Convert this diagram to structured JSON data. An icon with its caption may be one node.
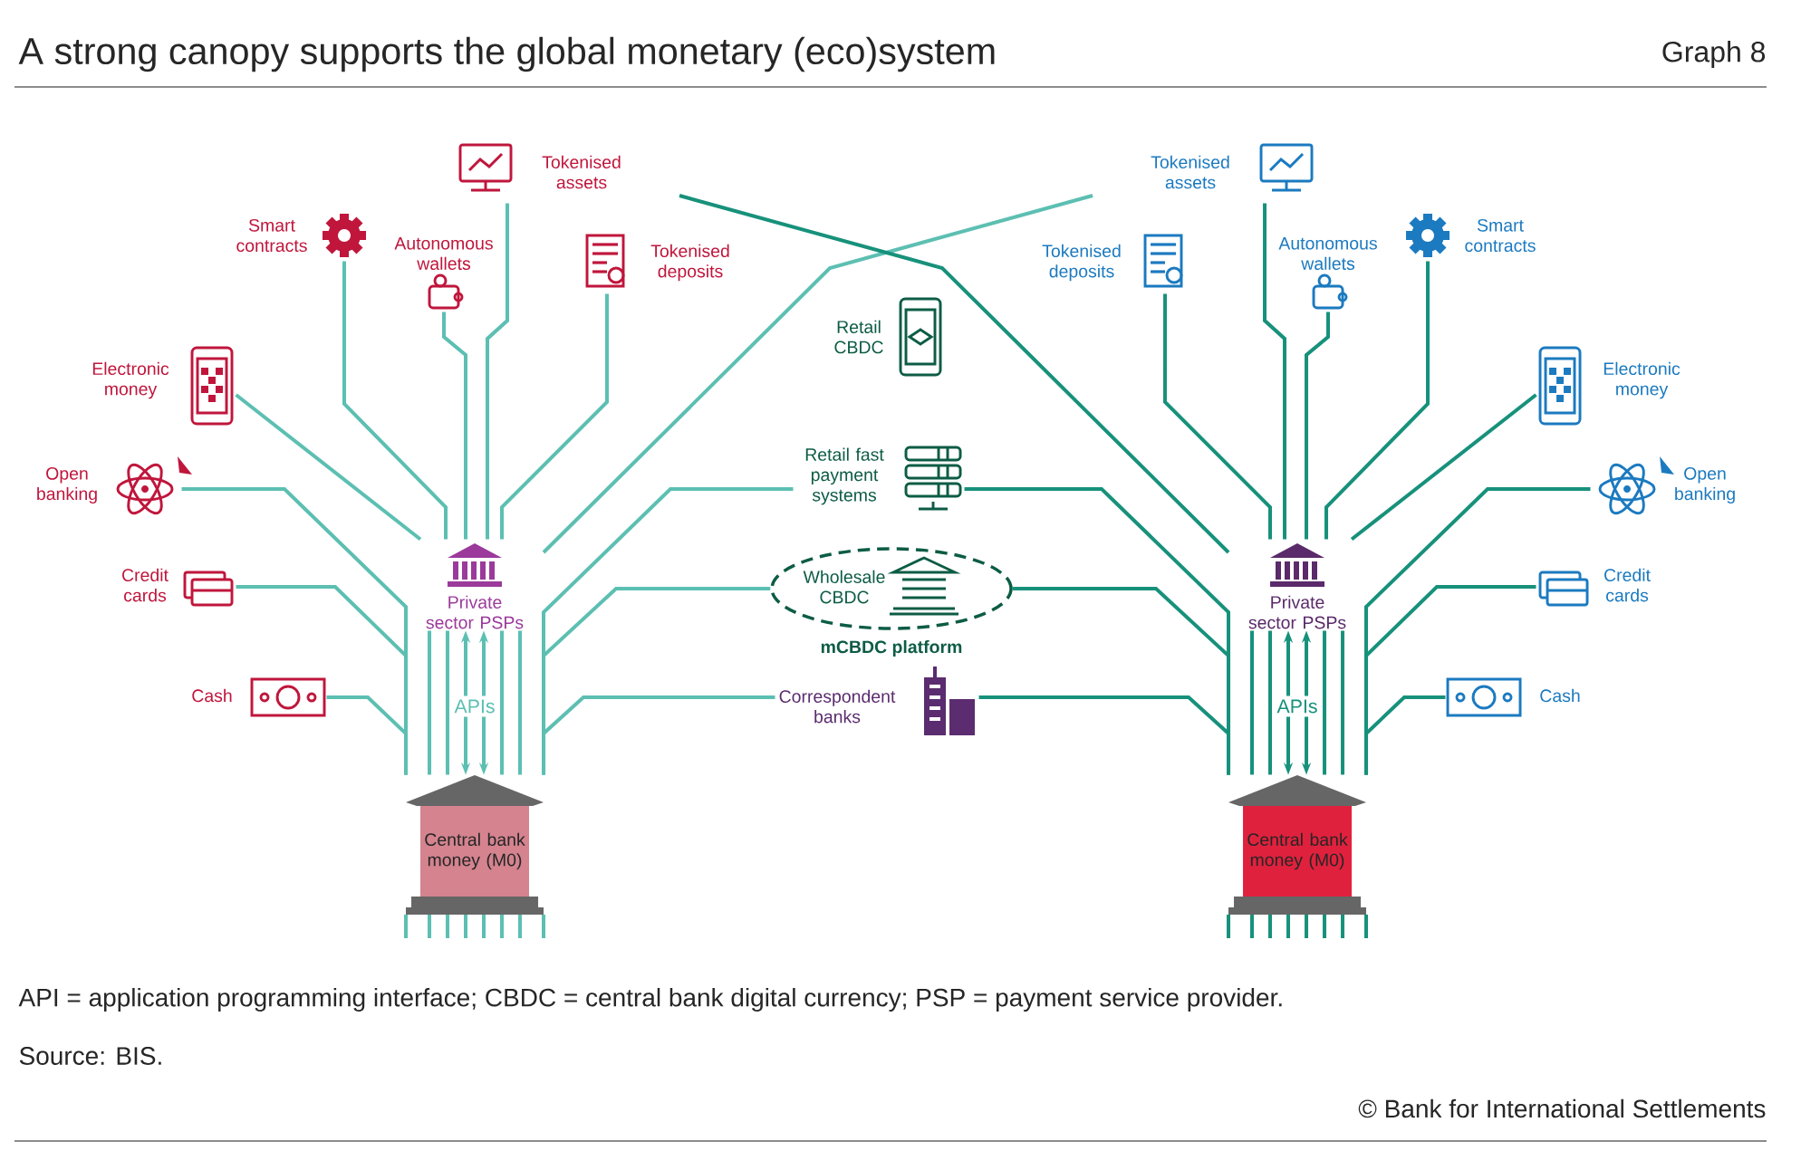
{
  "diagram": {
    "title": "A strong canopy supports the global monetary (eco)system",
    "nodes": [
      {
        "text": [
          "Tokenised assets"
        ]
      },
      {
        "text": [
          "Smart contracts"
        ]
      },
      {
        "text": [
          "Autonomous wallets"
        ]
      },
      {
        "text": [
          "Tokenised deposits"
        ]
      },
      {
        "text": [
          "Electronic money"
        ]
      },
      {
        "text": [
          "Open banking"
        ]
      },
      {
        "text": [
          "Credit cards"
        ]
      },
      {
        "text": [
          "Cash"
        ]
      },
      {
        "text": [
          "Private sector PSPs"
        ]
      },
      {
        "text": [
          "Central bank money (M0)"
        ]
      },
      {
        "text": [
          "Retail CBDC"
        ]
      },
      {
        "text": [
          "Retail fast payment systems"
        ]
      },
      {
        "text": [
          "Wholesale CBDC",
          "mCBDC platform"
        ]
      },
      {
        "text": [
          "Correspondent banks"
        ]
      },
      {
        "text": [
          "Tokenised assets"
        ]
      },
      {
        "text": [
          "Smart contracts"
        ]
      },
      {
        "text": [
          "Autonomous wallets"
        ]
      },
      {
        "text": [
          "Tokenised deposits"
        ]
      },
      {
        "text": [
          "Electronic money"
        ]
      },
      {
        "text": [
          "Open banking"
        ]
      },
      {
        "text": [
          "Credit cards"
        ]
      },
      {
        "text": [
          "Cash"
        ]
      },
      {
        "text": [
          "Private sector PSPs"
        ]
      },
      {
        "text": [
          "Central bank money (M0)"
        ]
      }
    ],
    "edges": [
      {
        "from": 0,
        "to": 8,
        "arrow": "none",
        "color": "#5cbfb2"
      },
      {
        "from": 1,
        "to": 8,
        "arrow": "none",
        "color": "#5cbfb2"
      },
      {
        "from": 2,
        "to": 8,
        "arrow": "none",
        "color": "#5cbfb2"
      },
      {
        "from": 3,
        "to": 8,
        "arrow": "none",
        "color": "#5cbfb2"
      },
      {
        "from": 4,
        "to": 8,
        "arrow": "none",
        "color": "#5cbfb2"
      },
      {
        "from": 5,
        "to": 9,
        "arrow": "none",
        "color": "#5cbfb2"
      },
      {
        "from": 6,
        "to": 9,
        "arrow": "none",
        "color": "#5cbfb2"
      },
      {
        "from": 7,
        "to": 9,
        "arrow": "none",
        "color": "#5cbfb2"
      },
      {
        "from": 8,
        "to": 9,
        "arrow": "both",
        "label": "APIs",
        "color": "#5cbfb2"
      },
      {
        "from": 8,
        "to": 9,
        "arrow": "both",
        "color": "#5cbfb2"
      },
      {
        "from": 11,
        "to": 9,
        "arrow": "none",
        "color": "#5cbfb2"
      },
      {
        "from": 12,
        "to": 9,
        "arrow": "none",
        "color": "#5cbfb2"
      },
      {
        "from": 13,
        "to": 9,
        "arrow": "none",
        "color": "#5cbfb2"
      },
      {
        "from": 14,
        "to": 22,
        "arrow": "none",
        "color": "#17917b"
      },
      {
        "from": 15,
        "to": 22,
        "arrow": "none",
        "color": "#17917b"
      },
      {
        "from": 16,
        "to": 22,
        "arrow": "none",
        "color": "#17917b"
      },
      {
        "from": 17,
        "to": 22,
        "arrow": "none",
        "color": "#17917b"
      },
      {
        "from": 18,
        "to": 22,
        "arrow": "none",
        "color": "#17917b"
      },
      {
        "from": 19,
        "to": 23,
        "arrow": "none",
        "color": "#17917b"
      },
      {
        "from": 20,
        "to": 23,
        "arrow": "none",
        "color": "#17917b"
      },
      {
        "from": 21,
        "to": 23,
        "arrow": "none",
        "color": "#17917b"
      },
      {
        "from": 22,
        "to": 23,
        "arrow": "both",
        "label": "APIs",
        "color": "#17917b"
      },
      {
        "from": 22,
        "to": 23,
        "arrow": "both",
        "color": "#17917b"
      },
      {
        "from": 11,
        "to": 23,
        "arrow": "none",
        "color": "#17917b"
      },
      {
        "from": 12,
        "to": 23,
        "arrow": "none",
        "color": "#17917b"
      },
      {
        "from": 13,
        "to": 23,
        "arrow": "none",
        "color": "#17917b"
      },
      {
        "from": 8,
        "to": 9,
        "arrow": "none",
        "color": "#5cbfb2"
      },
      {
        "from": 8,
        "to": 9,
        "arrow": "none",
        "color": "#5cbfb2"
      },
      {
        "from": 8,
        "to": 9,
        "arrow": "none",
        "color": "#5cbfb2"
      },
      {
        "from": 8,
        "to": 9,
        "arrow": "none",
        "color": "#5cbfb2"
      },
      {
        "from": 22,
        "to": 23,
        "arrow": "none",
        "color": "#17917b"
      },
      {
        "from": 22,
        "to": 23,
        "arrow": "none",
        "color": "#17917b"
      },
      {
        "from": 22,
        "to": 23,
        "arrow": "none",
        "color": "#17917b"
      },
      {
        "from": 22,
        "to": 23,
        "arrow": "none",
        "color": "#17917b"
      }
    ],
    "labels": [
      "Graph 8",
      "API = application programming interface; CBDC = central bank digital currency; PSP = payment service provider.",
      "Source: BIS.",
      "© Bank for International Settlements"
    ]
  }
}
